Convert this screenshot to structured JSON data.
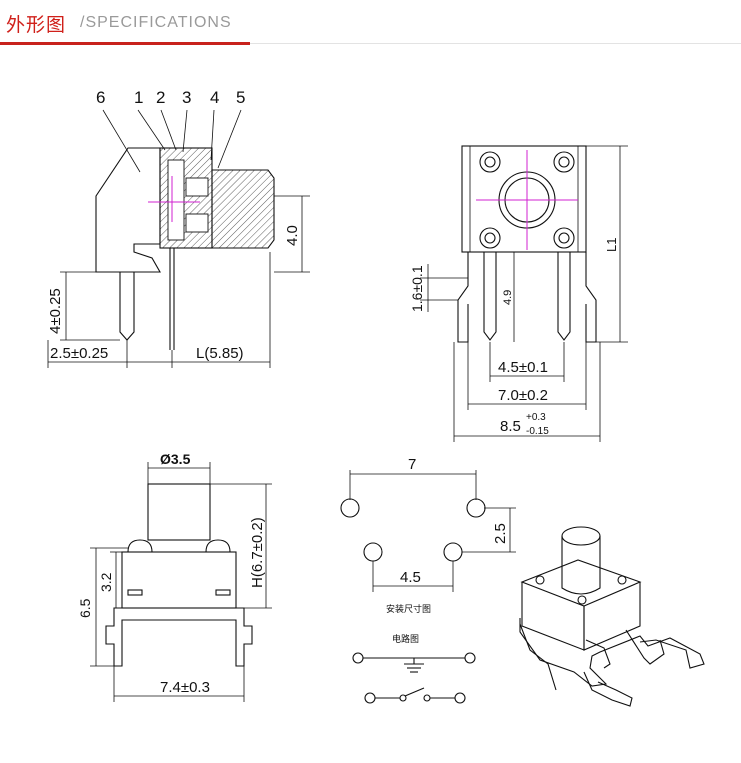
{
  "header": {
    "title_cn": "外形图",
    "title_en": "/SPECIFICATIONS",
    "accent_color": "#c8221c"
  },
  "side_view": {
    "part_numbers": [
      "6",
      "1",
      "2",
      "3",
      "4",
      "5"
    ],
    "dim_height": "4.0",
    "dim_pin_length": "4±0.25",
    "dim_pin_offset": "2.5±0.25",
    "dim_L": "L(5.85)"
  },
  "front_view": {
    "dim_L1": "L1",
    "dim_4_9": "4.9",
    "dim_1_6": "1.6±0.1",
    "dim_4_5": "4.5±0.1",
    "dim_7_0": "7.0±0.2",
    "dim_8_5_base": "8.5",
    "dim_8_5_upper": "+0.3",
    "dim_8_5_lower": "-0.15"
  },
  "bottom_view": {
    "dim_diameter": "Ø3.5",
    "dim_H": "H(6.7±0.2)",
    "dim_3_2": "3.2",
    "dim_6_5": "6.5",
    "dim_width": "7.4±0.3"
  },
  "footprint": {
    "dim_7": "7",
    "dim_2_5": "2.5",
    "dim_4_5": "4.5",
    "caption_mount": "安装尺寸图",
    "caption_circuit": "电路图"
  },
  "colors": {
    "line": "#111111",
    "centerline": "#d020d0",
    "hatch": "#333333"
  }
}
